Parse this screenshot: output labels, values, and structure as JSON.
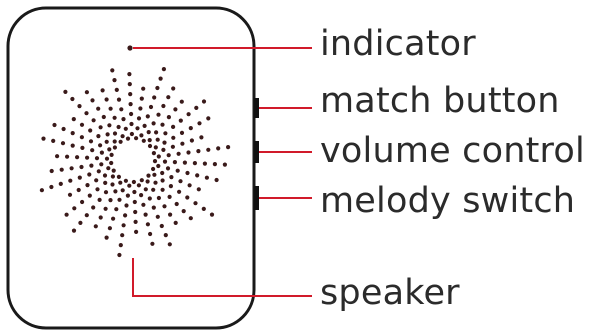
{
  "labels": {
    "indicator": "indicator",
    "match_button": "match button",
    "volume_control": "volume control",
    "melody_switch": "melody switch",
    "speaker": "speaker"
  },
  "colors": {
    "outline": "#1a1a1a",
    "leader_line": "#d11a2a",
    "dots": "#3a1a1a",
    "text": "#2b2b2b"
  }
}
